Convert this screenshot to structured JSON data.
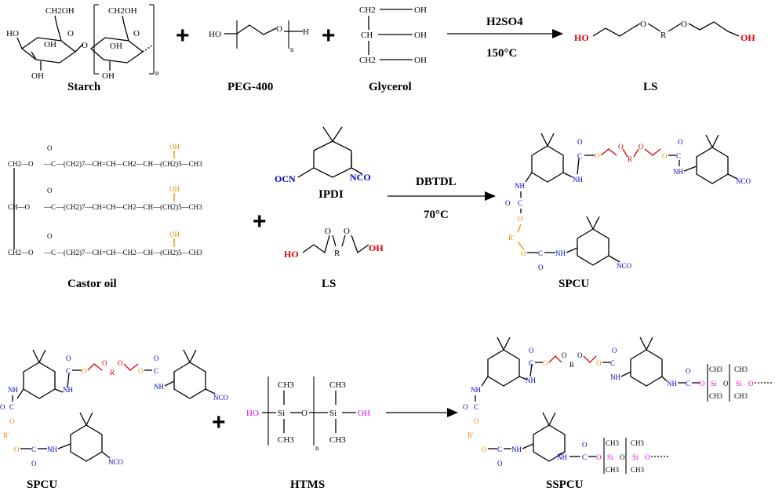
{
  "reaction1": {
    "reactants": [
      "Starch",
      "PEG-400",
      "Glycerol"
    ],
    "product": "LS",
    "catalyst": "H2SO4",
    "temperature": "150°C"
  },
  "reaction2": {
    "reactants": [
      "Castor oil",
      "IPDI",
      "LS"
    ],
    "product": "SPCU",
    "catalyst": "DBTDL",
    "temperature": "70°C"
  },
  "reaction3": {
    "reactants": [
      "SPCU",
      "HTMS"
    ],
    "product": "SSPCU"
  },
  "atoms": {
    "oh": "OH",
    "ho": "HO",
    "h": "H",
    "o": "O",
    "r": "R",
    "rp": "R'",
    "ch2": "CH2",
    "ch": "CH",
    "ch3": "CH3",
    "nco": "NCO",
    "ocn": "OCN",
    "nh": "NH",
    "c": "C",
    "si": "Si",
    "ch2oh": "CH2OH",
    "n": "n",
    "seven": "7",
    "five": "5",
    "chain_ch2o": "CH2—O",
    "chain_ch": "CH—O",
    "ester": "—C",
    "chain": "—(CH2)7—CH=CH—CH2—CH—(CH2)5—CH3"
  },
  "colors": {
    "ls_hydroxyl": "#e00000",
    "urethane": "#0000cc",
    "castor": "#f08c00",
    "silane": "#e000e0"
  }
}
